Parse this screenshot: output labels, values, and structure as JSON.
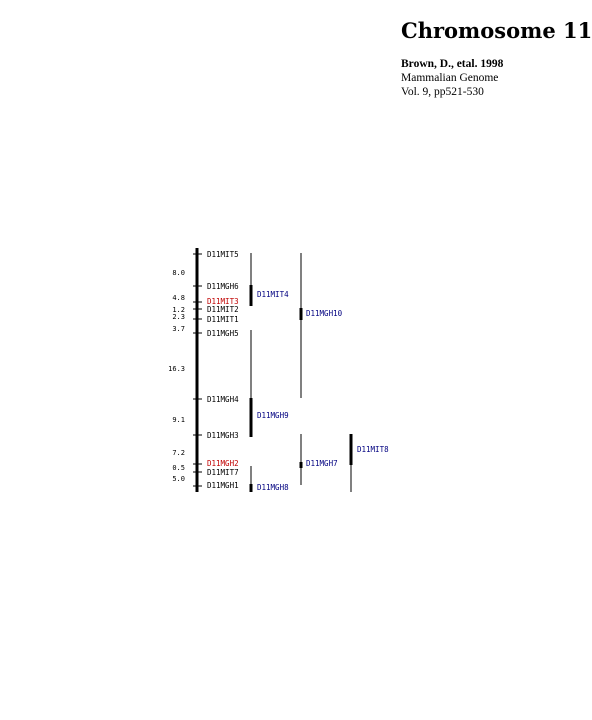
{
  "header": {
    "title": "Chromosome 11",
    "citation": {
      "authors": "Brown, D., etal. 1998",
      "journal": "Mammalian Genome",
      "volume_pages": "Vol. 9, pp521-530"
    }
  },
  "colors": {
    "marker_default": "#000000",
    "marker_highlight": "#c00000",
    "group_label": "#000080"
  },
  "map": {
    "markers": [
      {
        "name": "D11MIT5",
        "highlight": false
      },
      {
        "name": "D11MGH6",
        "highlight": false
      },
      {
        "name": "D11MIT3",
        "highlight": true
      },
      {
        "name": "D11MIT2",
        "highlight": false
      },
      {
        "name": "D11MIT1",
        "highlight": false
      },
      {
        "name": "D11MGH5",
        "highlight": false
      },
      {
        "name": "D11MGH4",
        "highlight": false
      },
      {
        "name": "D11MGH3",
        "highlight": false
      },
      {
        "name": "D11MGH2",
        "highlight": true
      },
      {
        "name": "D11MIT7",
        "highlight": false
      },
      {
        "name": "D11MGH1",
        "highlight": false
      }
    ],
    "intervals": [
      "8.0",
      "4.8",
      "1.2",
      "2.3",
      "3.7",
      "16.3",
      "9.1",
      "7.2",
      "0.5",
      "5.0"
    ],
    "groups": [
      {
        "label": "D11MIT4"
      },
      {
        "label": "D11MGH10"
      },
      {
        "label": "D11MGH9"
      },
      {
        "label": "D11MIT8"
      },
      {
        "label": "D11MGH7"
      },
      {
        "label": "D11MGH8"
      }
    ]
  }
}
